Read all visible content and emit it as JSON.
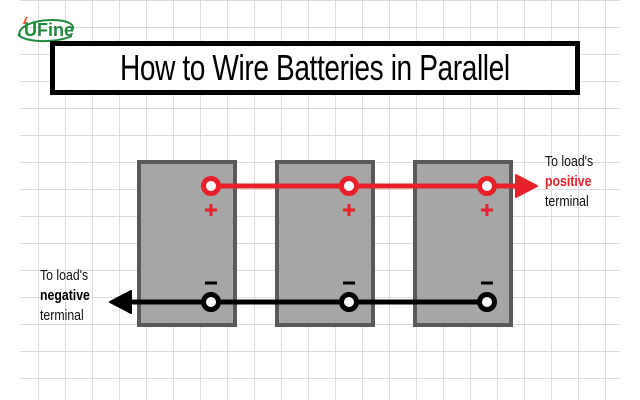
{
  "brand": {
    "logo_text": "UFine",
    "logo_color": "#1f8a3c",
    "bolt_color": "#e8452a"
  },
  "title": "How to Wire Batteries in Parallel",
  "colors": {
    "positive_wire": "#e8202a",
    "negative_wire": "#000000",
    "battery_fill": "#a6a6a6",
    "battery_border": "#595959"
  },
  "batteries": [
    {
      "name": "battery-1",
      "positive_symbol": "+",
      "negative_symbol": "−"
    },
    {
      "name": "battery-2",
      "positive_symbol": "+",
      "negative_symbol": "−"
    },
    {
      "name": "battery-3",
      "positive_symbol": "+",
      "negative_symbol": "−"
    }
  ],
  "positive_label": {
    "line1": "To load's",
    "emphasis": "positive",
    "line3": "terminal"
  },
  "negative_label": {
    "line1": "To load's",
    "emphasis": "negative",
    "line3": "terminal"
  }
}
